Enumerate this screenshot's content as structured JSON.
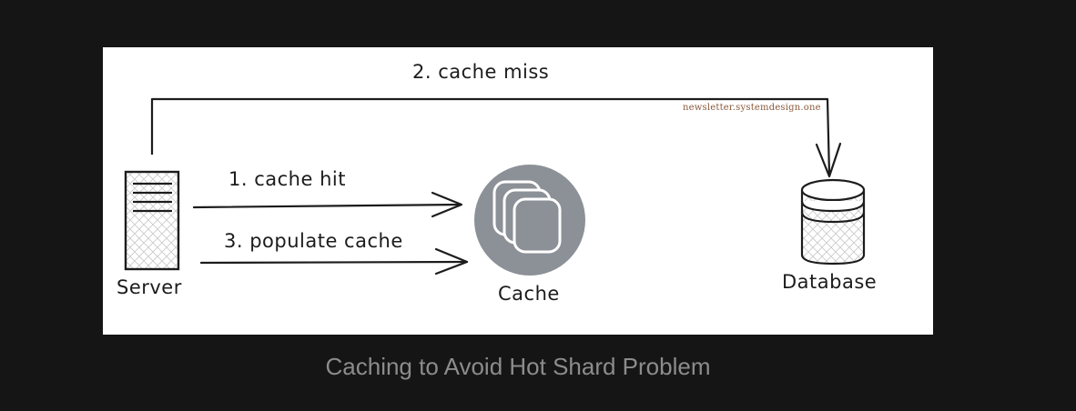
{
  "diagram": {
    "edges": {
      "cache_miss": "2. cache miss",
      "cache_hit": "1. cache hit",
      "populate_cache": "3. populate cache"
    },
    "nodes": {
      "server": "Server",
      "cache": "Cache",
      "database": "Database"
    },
    "watermark": "newsletter.systemdesign.one",
    "colors": {
      "stroke": "#1c1c1c",
      "cache_fill": "#8c9097",
      "background": "#ffffff"
    }
  },
  "caption": "Caching to Avoid Hot Shard Problem"
}
